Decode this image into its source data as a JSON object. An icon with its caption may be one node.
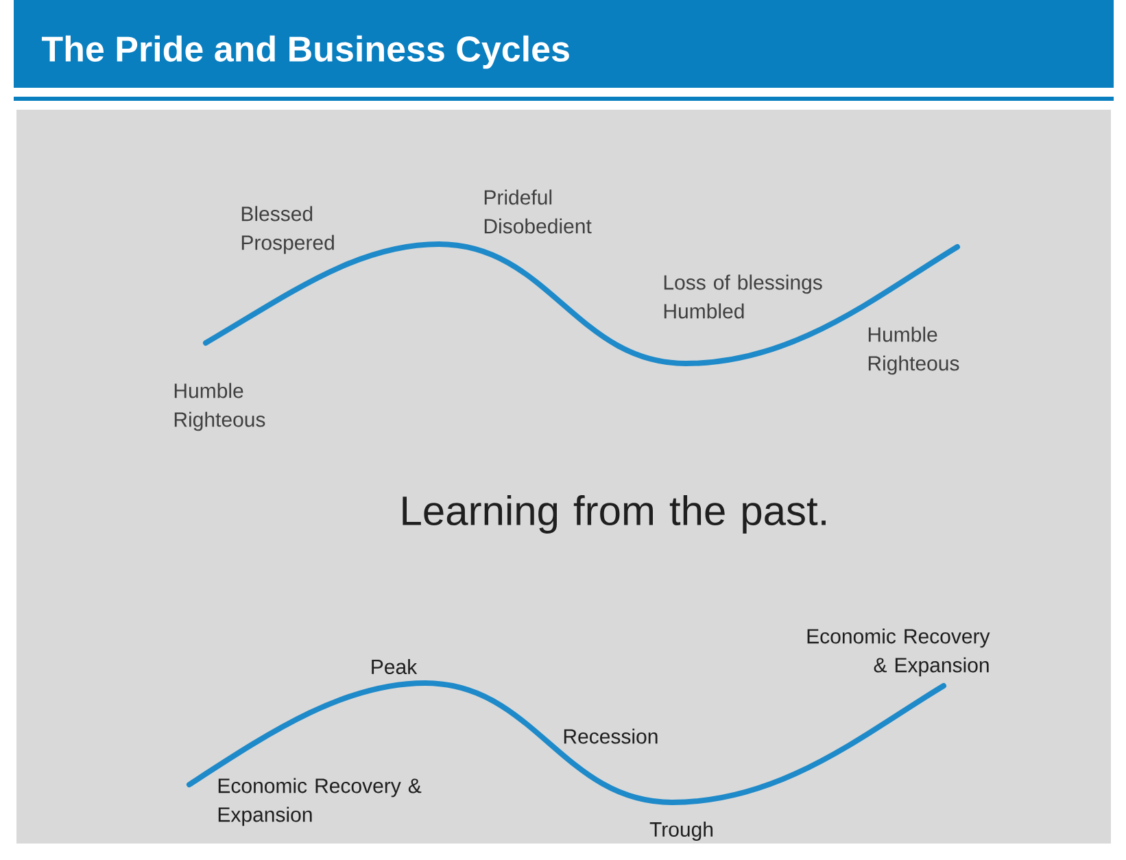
{
  "diagram": {
    "title": "The Pride and Business Cycles",
    "labels": [
      "Prideful Disobedient",
      "Blessed Prospered",
      "Loss of blessings Humbled",
      "Humble Righteous",
      "Humble Righteous",
      "Learning from the past.",
      "Economic Recovery & Expansion",
      "Peak",
      "Recession",
      "Economic Recovery & Expansion",
      "Trough"
    ]
  }
}
